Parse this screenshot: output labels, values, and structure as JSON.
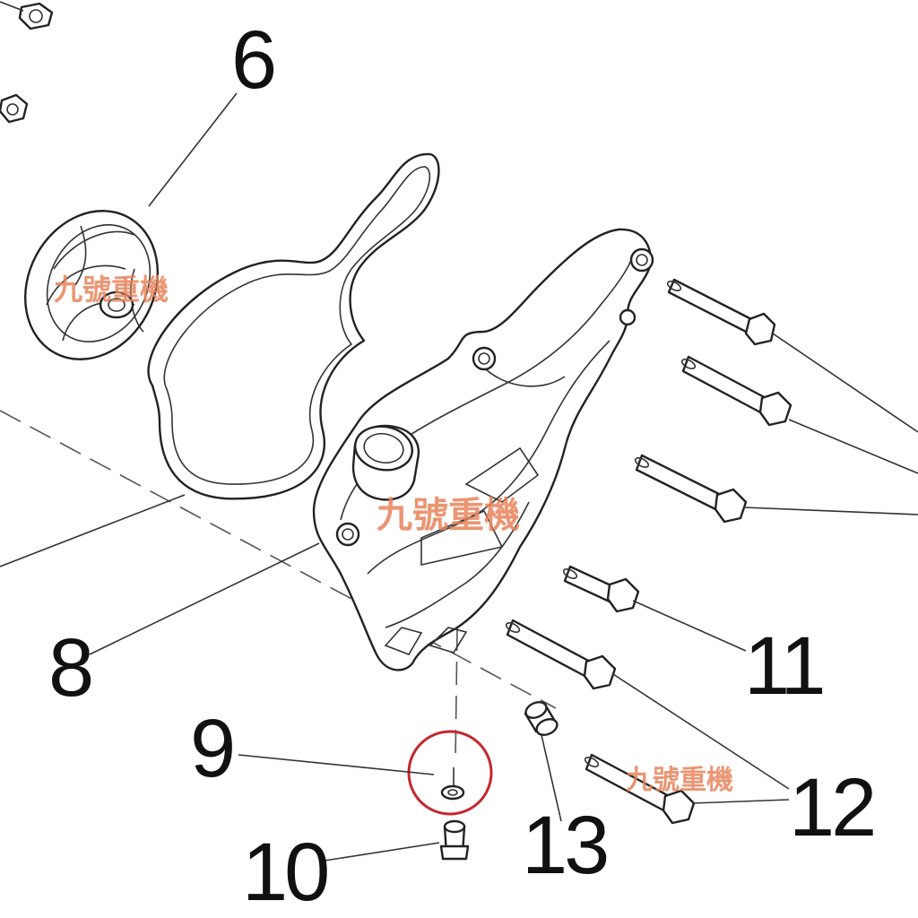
{
  "callouts": {
    "c6": "6",
    "c8": "8",
    "c9": "9",
    "c10": "10",
    "c11": "11",
    "c12": "12",
    "c13": "13"
  },
  "watermarks": {
    "w1": "九號重機",
    "w2": "九號重機",
    "w3": "九號重機"
  },
  "colors": {
    "highlight_circle": "#c4262e",
    "watermark": "#e8825a",
    "line_art": "#222222"
  }
}
